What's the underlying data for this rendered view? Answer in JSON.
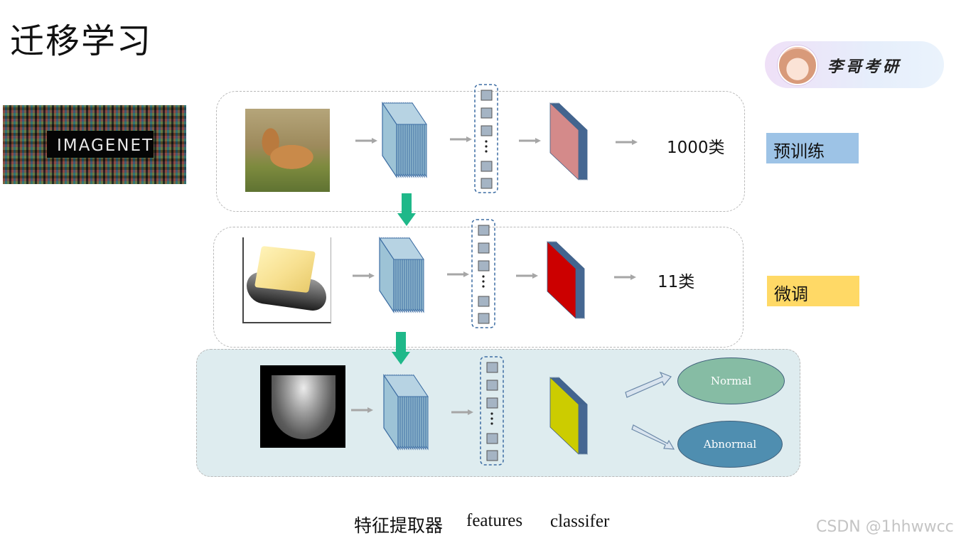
{
  "title": "迁移学习",
  "author": {
    "name": "李哥考研",
    "avatar_icon": "anime-avatar-icon"
  },
  "imagenet": {
    "logo_text": "IMAGENET"
  },
  "stages": {
    "pretrain": {
      "tag": "预训练",
      "output": "1000类",
      "tag_color": "#9dc3e6",
      "classifier_color": "#d48a8a"
    },
    "finetune": {
      "tag": "微调",
      "output": "11类",
      "tag_color": "#ffd966",
      "classifier_color": "#cc0000"
    },
    "medical": {
      "classifier_color": "#cccc00",
      "outputs": [
        "Normal",
        "Abnormal"
      ]
    }
  },
  "captions": {
    "extractor": "特征提取器",
    "features": "features",
    "classifier": "classifer"
  },
  "watermark": "CSDN @1hhwwcc",
  "colors": {
    "feature_block": "#9dc3d6",
    "feature_edge": "#3d6da3",
    "arrow_gray": "#a6a6a6",
    "transfer_arrow": "#1fb889"
  }
}
